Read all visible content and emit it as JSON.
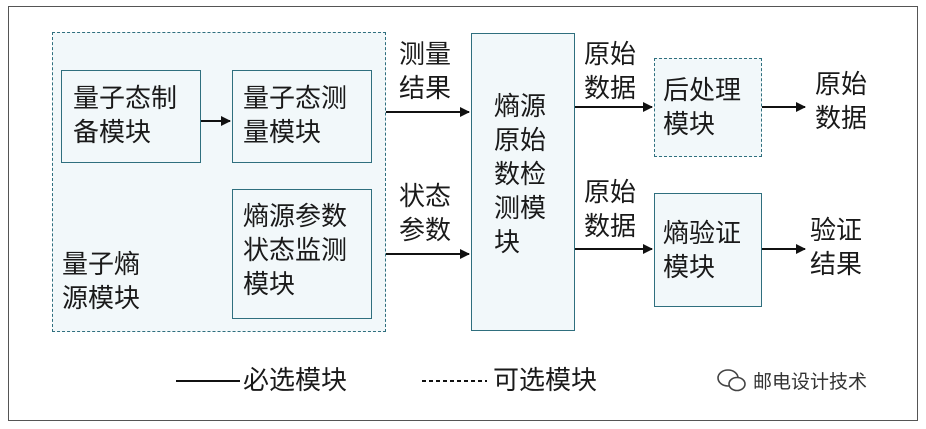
{
  "group": {
    "label": "量子熵\n源模块",
    "boxes": [
      {
        "id": "prep",
        "label": "量子态制\n备模块"
      },
      {
        "id": "meas",
        "label": "量子态测\n量模块"
      },
      {
        "id": "monitor",
        "label": "熵源参数\n状态监测\n模块"
      }
    ]
  },
  "edges": {
    "measure_result": "测量\n结果",
    "state_params": "状态\n参数",
    "raw_data_1": "原始\n数据",
    "raw_data_2": "原始\n数据",
    "raw_data_out": "原始\n数据",
    "verify_result": "验证\n结果"
  },
  "center_box": {
    "label": "熵源\n原始\n数检\n测模\n块"
  },
  "post_box": {
    "label": "后处理\n模块"
  },
  "verify_box": {
    "label": "熵验证\n模块"
  },
  "legend": {
    "required": "必选模块",
    "optional": "可选模块"
  },
  "watermark": {
    "text": "邮电设计技术",
    "icon": "wechat-icon"
  }
}
